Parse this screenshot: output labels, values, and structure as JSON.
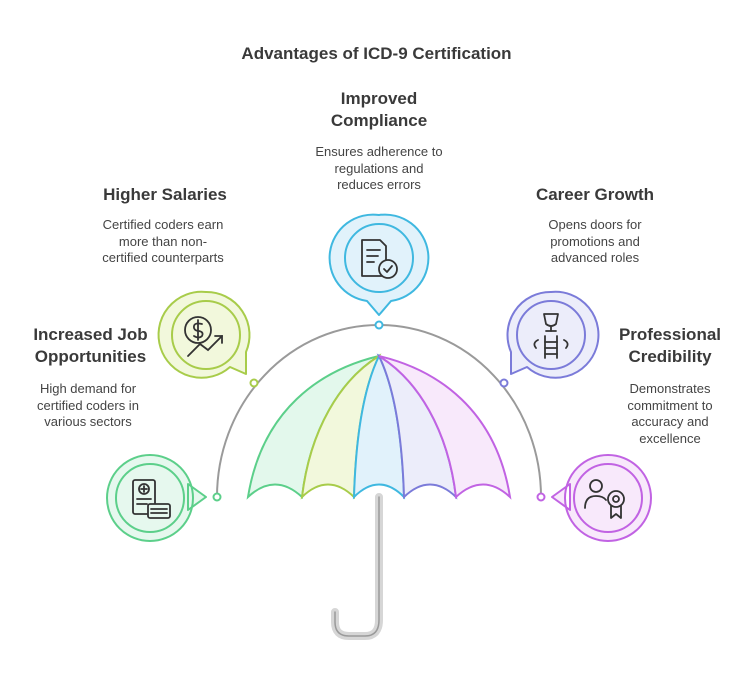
{
  "title": "Advantages of ICD-9 Certification",
  "items": [
    {
      "heading": "Increased Job Opportunities",
      "description": "High demand for certified coders in various sectors",
      "icon": "job-listing-icon",
      "color": "#5ccf8a"
    },
    {
      "heading": "Higher Salaries",
      "description": "Certified coders earn more than non-certified counterparts",
      "icon": "salary-growth-icon",
      "color": "#a8cc4a"
    },
    {
      "heading": "Improved Compliance",
      "description": "Ensures adherence to regulations and reduces errors",
      "icon": "compliance-document-icon",
      "color": "#3fb8e0"
    },
    {
      "heading": "Career Growth",
      "description": "Opens doors for promotions and advanced roles",
      "icon": "career-ladder-icon",
      "color": "#7b7bd9"
    },
    {
      "heading": "Professional Credibility",
      "description": "Demonstrates commitment to accuracy and excellence",
      "icon": "credibility-badge-icon",
      "color": "#c163e3"
    }
  ]
}
